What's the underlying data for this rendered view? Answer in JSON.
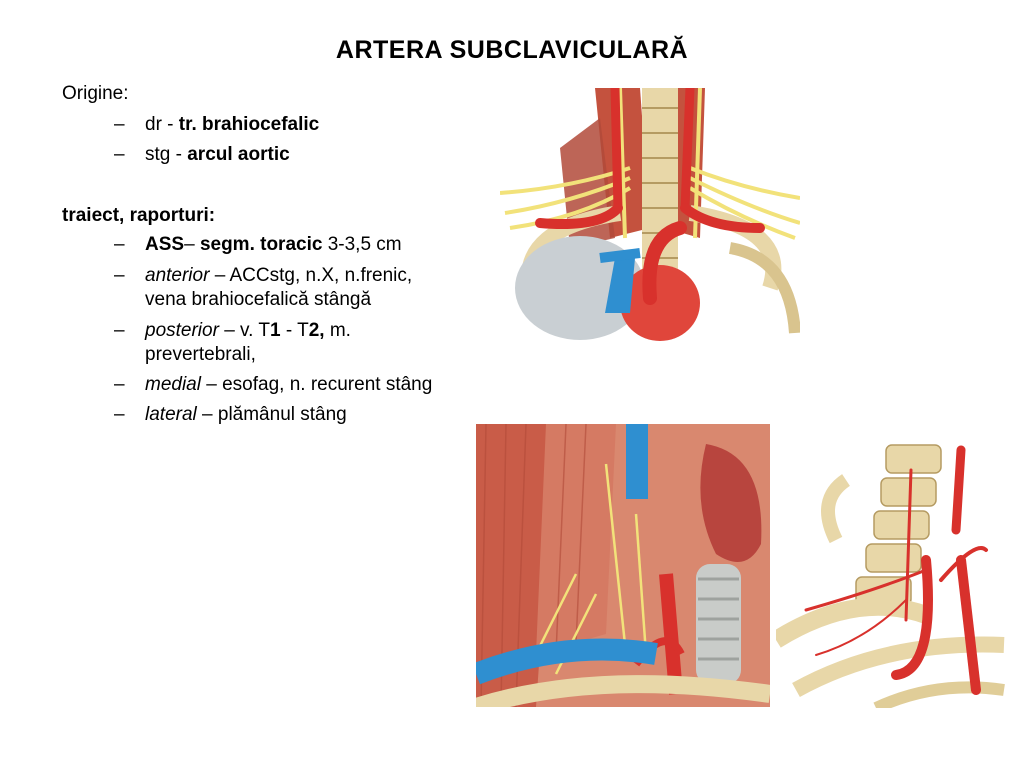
{
  "slide": {
    "title": "ARTERA  SUBCLAVICULARĂ",
    "origine": {
      "heading": "Origine:",
      "items": [
        {
          "dash": "–",
          "prefix": "dr - ",
          "bold": "tr. brahiocefalic"
        },
        {
          "dash": "–",
          "prefix": "stg - ",
          "bold": "arcul aortic"
        }
      ]
    },
    "traiect": {
      "heading": "traiect, raporturi:",
      "items": [
        {
          "dash": "–",
          "bold1": "ASS",
          "sep": "– ",
          "bold2": "segm. toracic",
          "rest": " 3-3,5 cm"
        },
        {
          "dash": "–",
          "italic": "anterior",
          "rest": " – ACCstg, n.X,  n.frenic,",
          "rest2": "vena brahiocefalică stângă"
        },
        {
          "dash": "–",
          "italic": "posterior",
          "rest_a": " – v. T",
          "bold_a": "1",
          "rest_b": " -  T",
          "bold_b": "2,",
          "rest_c": " m.",
          "rest2": "prevertebrali,"
        },
        {
          "dash": "–",
          "italic": "medial",
          "rest": " – esofag, n. recurent stâng"
        },
        {
          "dash": "–",
          "italic": "lateral",
          "rest": " – plămânul stâng"
        }
      ]
    }
  },
  "figures": {
    "top": {
      "icon": "anatomy-illustration-thoracic-outlet",
      "colors": {
        "artery": "#d8312c",
        "vein": "#2f8fd0",
        "bone": "#e8d7a8",
        "nerve": "#f2e27a",
        "muscle": "#c4523e",
        "lung": "#c9cfd3"
      }
    },
    "bottom_left": {
      "icon": "anatomy-illustration-neck-dissection"
    },
    "bottom_right": {
      "icon": "anatomy-illustration-cervical-spine-arteries"
    }
  }
}
